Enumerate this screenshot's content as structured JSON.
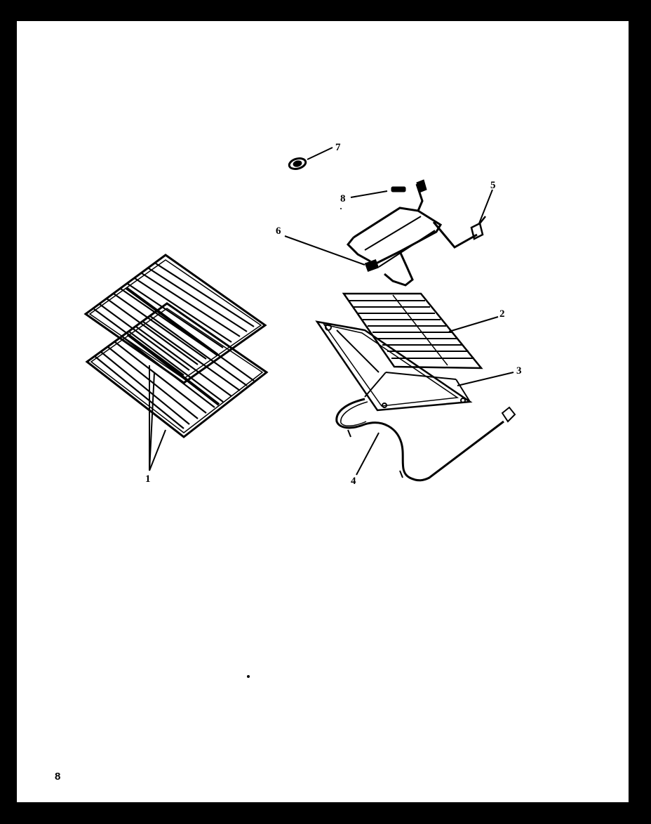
{
  "diagram": {
    "callouts": [
      {
        "id": "1",
        "label": "1",
        "part": "oven-rack-pair"
      },
      {
        "id": "2",
        "label": "2",
        "part": "broil-pan-grid"
      },
      {
        "id": "3",
        "label": "3",
        "part": "broil-pan"
      },
      {
        "id": "4",
        "label": "4",
        "part": "bake-element"
      },
      {
        "id": "5",
        "label": "5",
        "part": "element-bracket"
      },
      {
        "id": "6",
        "label": "6",
        "part": "terminal-block"
      },
      {
        "id": "7",
        "label": "7",
        "part": "grommet"
      },
      {
        "id": "8",
        "label": "8",
        "part": "screw"
      }
    ]
  },
  "footer": {
    "page_number": "8"
  },
  "colors": {
    "frame": "#000000",
    "paper": "#ffffff",
    "ink": "#000000"
  }
}
